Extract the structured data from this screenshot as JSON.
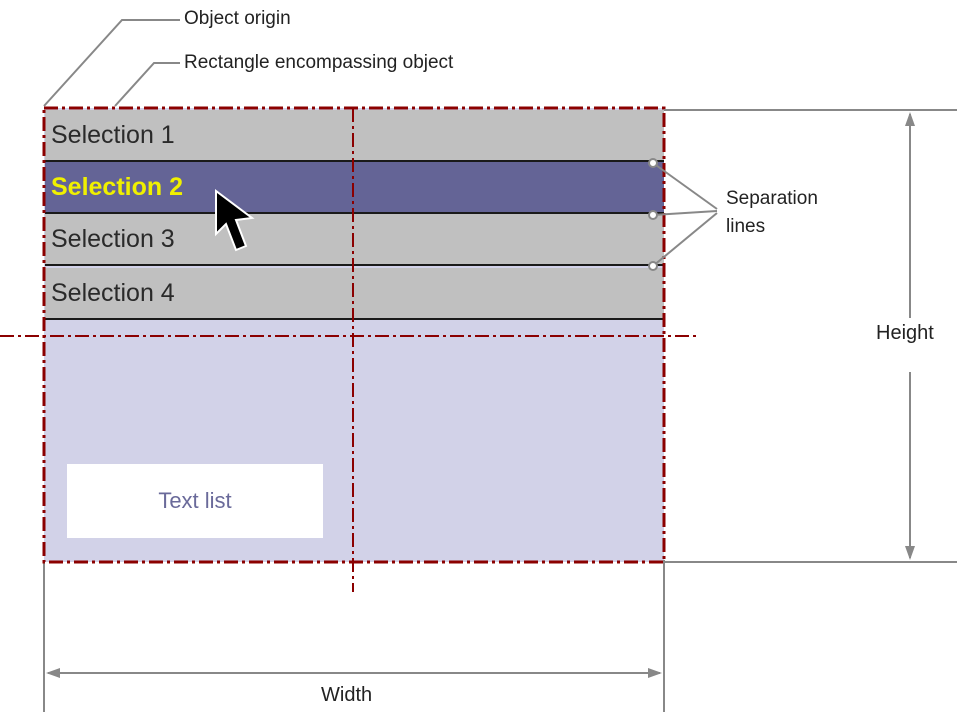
{
  "callouts": {
    "object_origin": "Object origin",
    "rectangle": "Rectangle encompassing object",
    "separation_line1": "Separation",
    "separation_line2": "lines"
  },
  "list": {
    "items": [
      "Selection 1",
      "Selection 2",
      "Selection 3",
      "Selection 4"
    ],
    "selected_index": 1
  },
  "text_list_label": "Text list",
  "dimensions": {
    "height": "Height",
    "width": "Width"
  },
  "colors": {
    "object_fill": "#d2d2e8",
    "row_fill": "#c0c0c0",
    "selected_fill": "#646496",
    "selected_text": "#f0f000",
    "dash_line": "#8b0000",
    "dimension_line": "#888888"
  }
}
